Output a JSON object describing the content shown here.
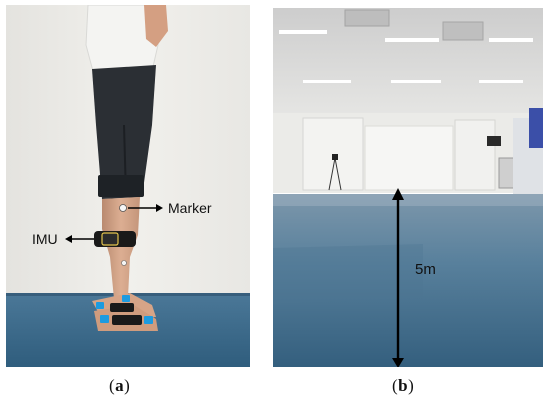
{
  "panel_a": {
    "labels": {
      "marker": "Marker",
      "imu": "IMU"
    },
    "caption": {
      "open": "(",
      "letter": "a",
      "close": ")"
    }
  },
  "panel_b": {
    "distance_label": "5m",
    "caption": {
      "open": "(",
      "letter": "b",
      "close": ")"
    }
  },
  "colors": {
    "wall": "#ecebe8",
    "carpet": "#3d6a89",
    "shorts": "#2b2f34",
    "skin": "#d8a78a",
    "imu_sensor": "#1d9be0"
  }
}
